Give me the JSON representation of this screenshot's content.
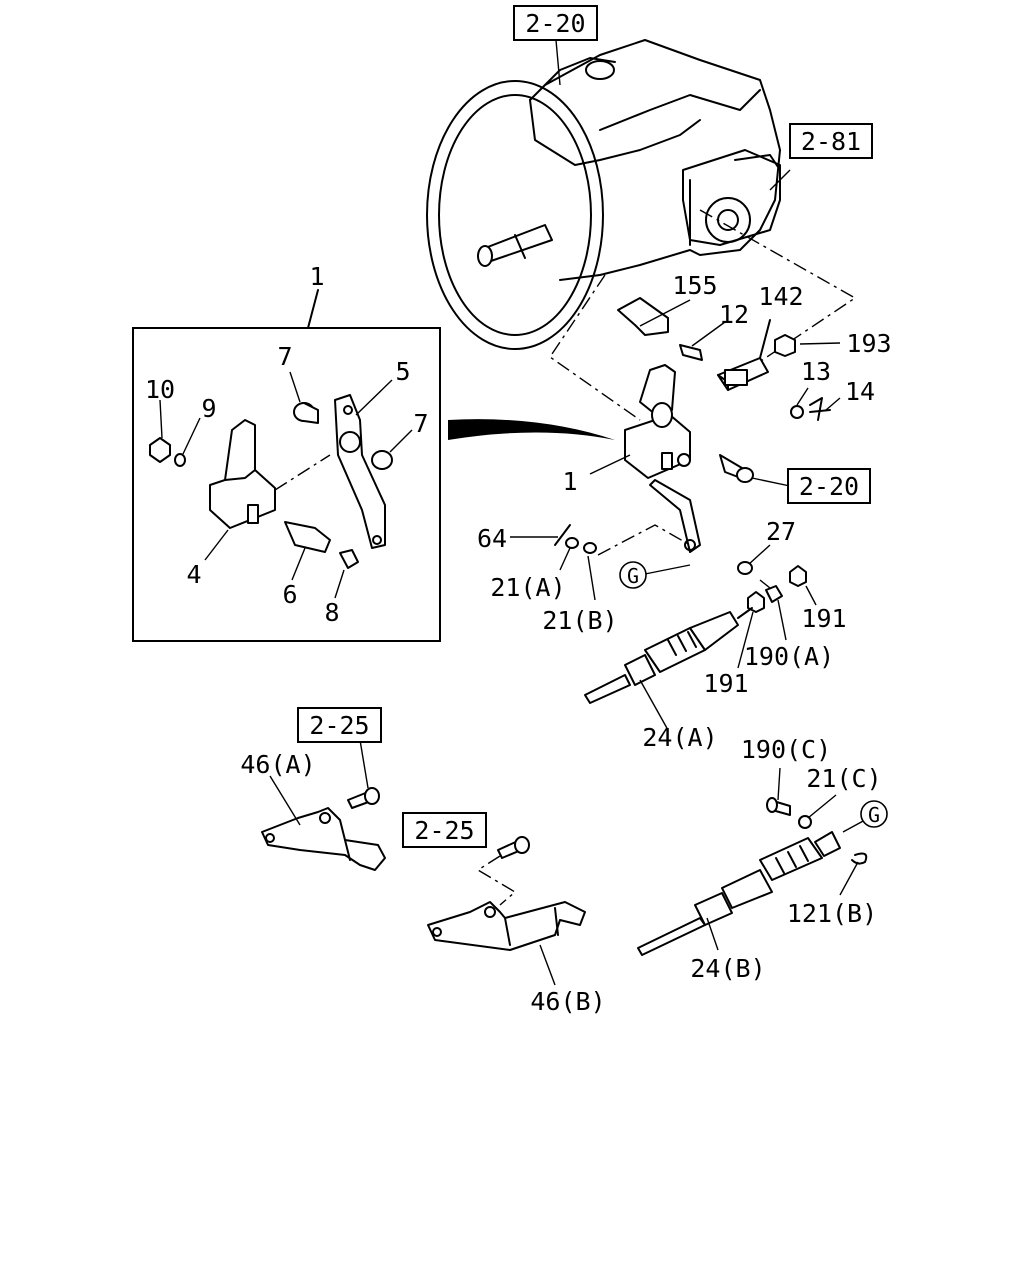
{
  "references": {
    "top_2_20": "2-20",
    "r_2_81": "2-81",
    "mid_2_20": "2-20",
    "left_2_25": "2-25",
    "mid_2_25": "2-25"
  },
  "labels": {
    "p1_top": "1",
    "p7_a": "7",
    "p5": "5",
    "p10": "10",
    "p9": "9",
    "p7_b": "7",
    "p4": "4",
    "p6": "6",
    "p8": "8",
    "p155": "155",
    "p12": "12",
    "p142": "142",
    "p193": "193",
    "p13": "13",
    "p14": "14",
    "p1_mid": "1",
    "p64": "64",
    "p27": "27",
    "p21a": "21(A)",
    "p21b": "21(B)",
    "pG1": "G",
    "p191_r": "191",
    "p190a": "190(A)",
    "p191_l": "191",
    "p24a": "24(A)",
    "p46a": "46(A)",
    "p190c": "190(C)",
    "p21c": "21(C)",
    "pG2": "G",
    "p121b": "121(B)",
    "p24b": "24(B)",
    "p46b": "46(B)"
  }
}
